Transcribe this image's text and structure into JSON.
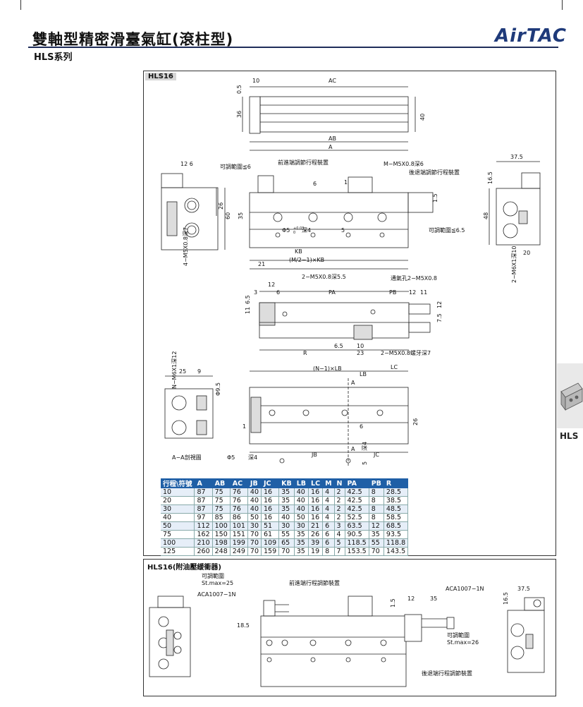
{
  "header": {
    "title": "雙軸型精密滑臺氣缸(滾柱型)",
    "subtitle": "HLS系列",
    "logo_text": "AirTAC",
    "brand_color": "#1f3a7a"
  },
  "panel_top": {
    "label": "HLS16",
    "dims": {
      "d_10": "10",
      "d_ac": "AC",
      "d_0_5": "0.5",
      "d_36": "36",
      "d_40": "40",
      "d_ab": "AB",
      "d_a": "A",
      "d_12_6": "12 6",
      "d_26": "26",
      "d_60": "60",
      "d_4m5": "4−M5X0.8深7",
      "n_adj6": "可調範圍≦6",
      "n_front": "前進端調節行程裝置",
      "n_m_m5": "M−M5X0.8深6",
      "n_rear": "後退端調節行程裝置",
      "d_6": "6",
      "d_1": "1",
      "d_1_5": "1.5",
      "d_35": "35",
      "d_phi5a": "Φ5",
      "d_phi5b": "5",
      "d_tol": "+0.03",
      "d_tol0": "0",
      "d_deep4": "深4",
      "n_adj65": "可調範圍≦6.5",
      "d_kb": "KB",
      "d_m2kb": "(M/2−1)×KB",
      "d_21": "21",
      "d_37_5": "37.5",
      "d_16_5": "16.5",
      "d_48": "48",
      "d_20": "20",
      "d_2m6": "2−M6X1深10",
      "n_2m5_55": "2−M5X0.8深5.5",
      "n_vent": "通氣孔2−M5X0.8",
      "d_3": "3",
      "d_12": "12",
      "d_6b": "6",
      "d_pa": "PA",
      "d_pb": "PB",
      "d_12b": "12",
      "d_11": "11",
      "d_11b": "11",
      "d_6_5": "6.5",
      "d_7_5": "7.5",
      "d_12c": "12",
      "d_r": "R",
      "d_6_5b": "6.5",
      "d_10b": "10",
      "d_23": "23",
      "n_2m5_7": "2−M5X0.8螺牙深7",
      "d_n_m6": "N−M6X1深12",
      "d_25": "25",
      "d_9": "9",
      "d_phi9_5": "Φ9.5",
      "n_aa": "A−A剖視圖",
      "d_nlb": "(N−1)×LB",
      "d_lb": "LB",
      "d_lc": "LC",
      "d_a_sec": "A",
      "d_1b": "1",
      "d_6c": "6",
      "d_26b": "26",
      "d_phi5c": "Φ5",
      "d_deep4b": "深4",
      "d_jb": "JB",
      "d_a_sec2": "A",
      "d_jc": "JC",
      "d_5tol": "5",
      "d_deep4c": "深4"
    },
    "table": {
      "headers": [
        "行程\\符號",
        "A",
        "AB",
        "AC",
        "JB",
        "JC",
        "KB",
        "LB",
        "LC",
        "M",
        "N",
        "PA",
        "PB",
        "R"
      ],
      "rows": [
        [
          "10",
          "87",
          "75",
          "76",
          "40",
          "16",
          "35",
          "40",
          "16",
          "4",
          "2",
          "42.5",
          "8",
          "28.5"
        ],
        [
          "20",
          "87",
          "75",
          "76",
          "40",
          "16",
          "35",
          "40",
          "16",
          "4",
          "2",
          "42.5",
          "8",
          "38.5"
        ],
        [
          "30",
          "87",
          "75",
          "76",
          "40",
          "16",
          "35",
          "40",
          "16",
          "4",
          "2",
          "42.5",
          "8",
          "48.5"
        ],
        [
          "40",
          "97",
          "85",
          "86",
          "50",
          "16",
          "40",
          "50",
          "16",
          "4",
          "2",
          "52.5",
          "8",
          "58.5"
        ],
        [
          "50",
          "112",
          "100",
          "101",
          "30",
          "51",
          "30",
          "30",
          "21",
          "6",
          "3",
          "63.5",
          "12",
          "68.5"
        ],
        [
          "75",
          "162",
          "150",
          "151",
          "70",
          "61",
          "55",
          "35",
          "26",
          "6",
          "4",
          "90.5",
          "35",
          "93.5"
        ],
        [
          "100",
          "210",
          "198",
          "199",
          "70",
          "109",
          "65",
          "35",
          "39",
          "6",
          "5",
          "118.5",
          "55",
          "118.8"
        ],
        [
          "125",
          "260",
          "248",
          "249",
          "70",
          "159",
          "70",
          "35",
          "19",
          "8",
          "7",
          "153.5",
          "70",
          "143.5"
        ]
      ],
      "header_color": "#1f5fa6"
    }
  },
  "panel_bottom": {
    "label": "HLS16(附油壓緩衝器)",
    "n_adj25a": "可調範圍",
    "n_adj25b": "St.max=25",
    "n_aca1": "ACA1007−1N",
    "n_front": "前進端行程調節裝置",
    "n_aca2": "ACA1007−1N",
    "d_37_5": "37.5",
    "d_12": "12",
    "d_35": "35",
    "d_1_5": "1.5",
    "d_18_5": "18.5",
    "d_16_5": "16.5",
    "n_adj26a": "可調範圍",
    "n_adj26b": "St.max=26",
    "n_rear": "後退端行程調節裝置"
  },
  "side_tab": {
    "label": "HLS"
  }
}
